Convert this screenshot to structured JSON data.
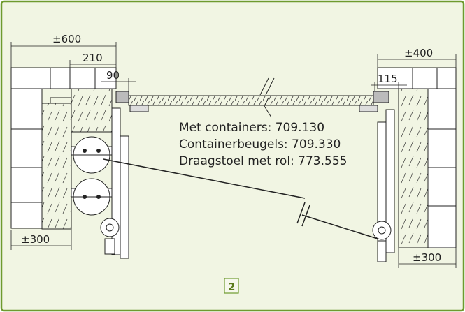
{
  "colors": {
    "frame_border": "#6e9a2e",
    "frame_background": "#f1f5e3",
    "line": "#222222",
    "hatch_fill": "#ffffff",
    "badge_border": "#6e9a2e",
    "badge_background": "#f6f8ec"
  },
  "dimensions": {
    "left_outer": "±600",
    "left_inner": "210",
    "left_small": "90",
    "left_bottom": "±300",
    "right_outer": "±400",
    "right_small": "115",
    "right_bottom": "±300"
  },
  "labels": {
    "line1": "Met containers: 709.130",
    "line2": "Containerbeugels: 709.330",
    "line3": "Draagstoel met rol: 773.555"
  },
  "figure_number": "2"
}
